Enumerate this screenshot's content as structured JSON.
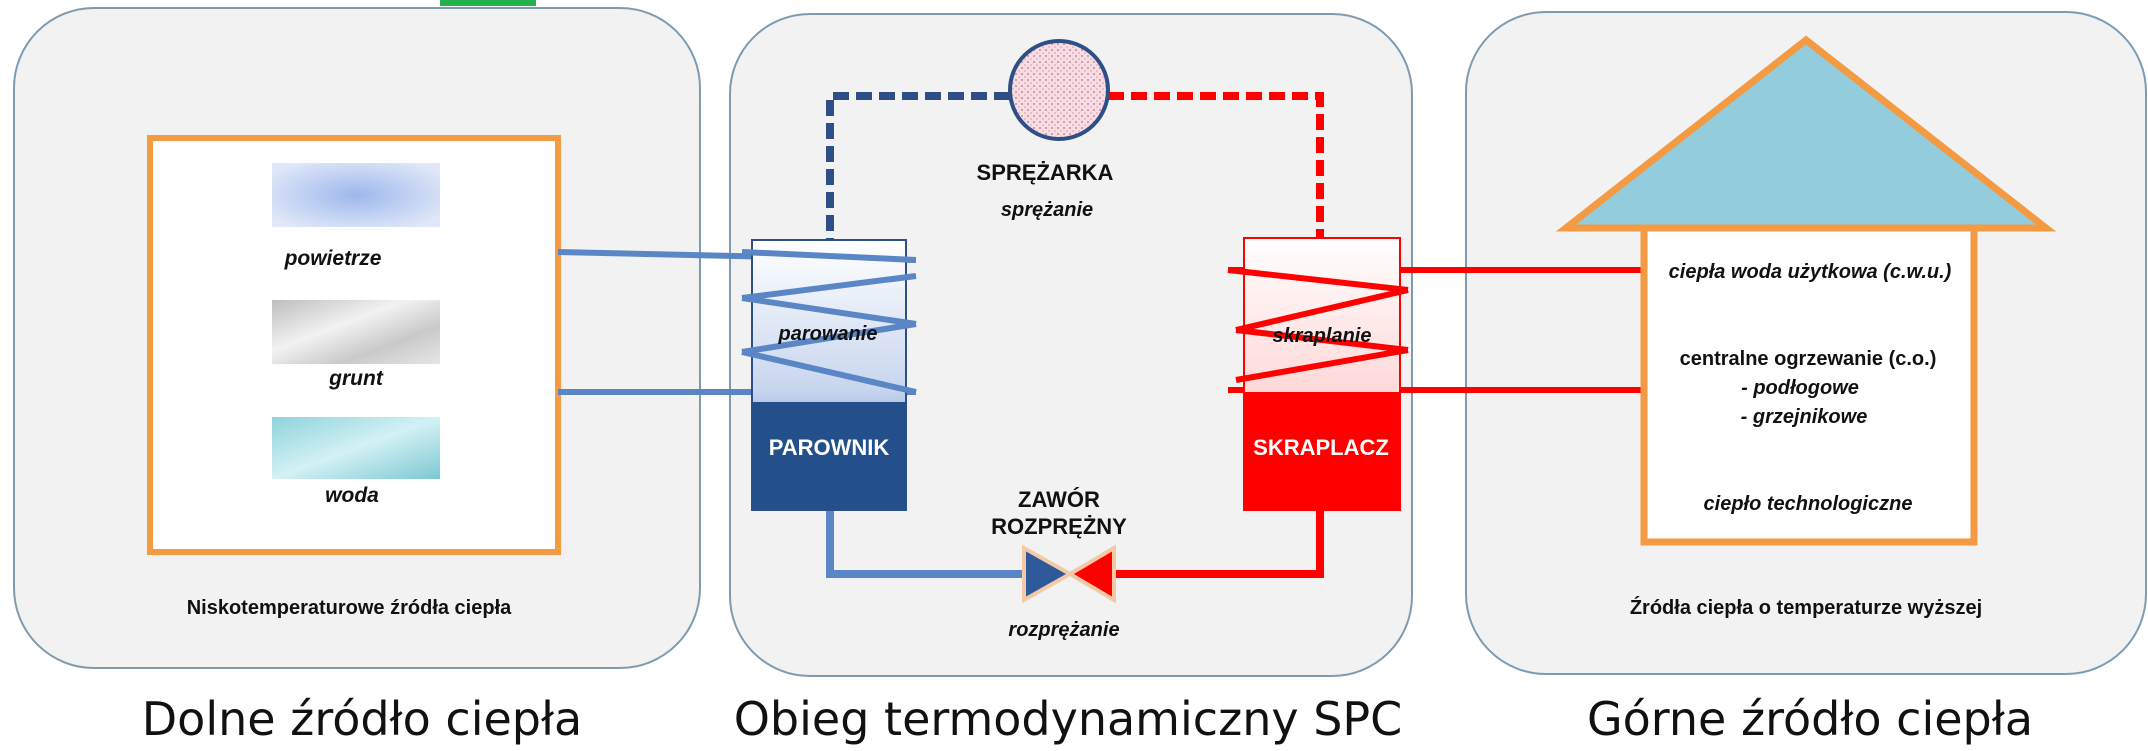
{
  "left_panel": {
    "sources": [
      "powietrze",
      "grunt",
      "woda"
    ],
    "caption": "Niskotemperaturowe źródła ciepła",
    "title": "Dolne źródło ciepła"
  },
  "middle_panel": {
    "compressor": {
      "label": "SPRĘŻARKA",
      "process": "sprężanie"
    },
    "evaporator": {
      "label": "PAROWNIK",
      "process": "parowanie"
    },
    "condenser": {
      "label": "SKRAPLACZ",
      "process": "skraplanie"
    },
    "valve": {
      "label_line1": "ZAWÓR",
      "label_line2": "ROZPRĘŻNY",
      "process": "rozprężanie"
    },
    "title": "Obieg termodynamiczny SPC"
  },
  "right_panel": {
    "uses": {
      "cwu": "ciepła woda użytkowa (c.w.u.)",
      "co": "centralne ogrzewanie (c.o.)",
      "co_floor": "- podłogowe",
      "co_radiator": "- grzejnikowe",
      "tech": "ciepło technologiczne"
    },
    "caption": "Źródła ciepła o temperaturze wyższej",
    "title": "Górne źródło ciepła"
  },
  "colors": {
    "cold": "#2e5a9c",
    "hot": "#ff0000",
    "orange": "#f39a42",
    "roof": "#93cddd",
    "panel_bg": "#f2f2f2",
    "green_mark": "#22b14c"
  }
}
